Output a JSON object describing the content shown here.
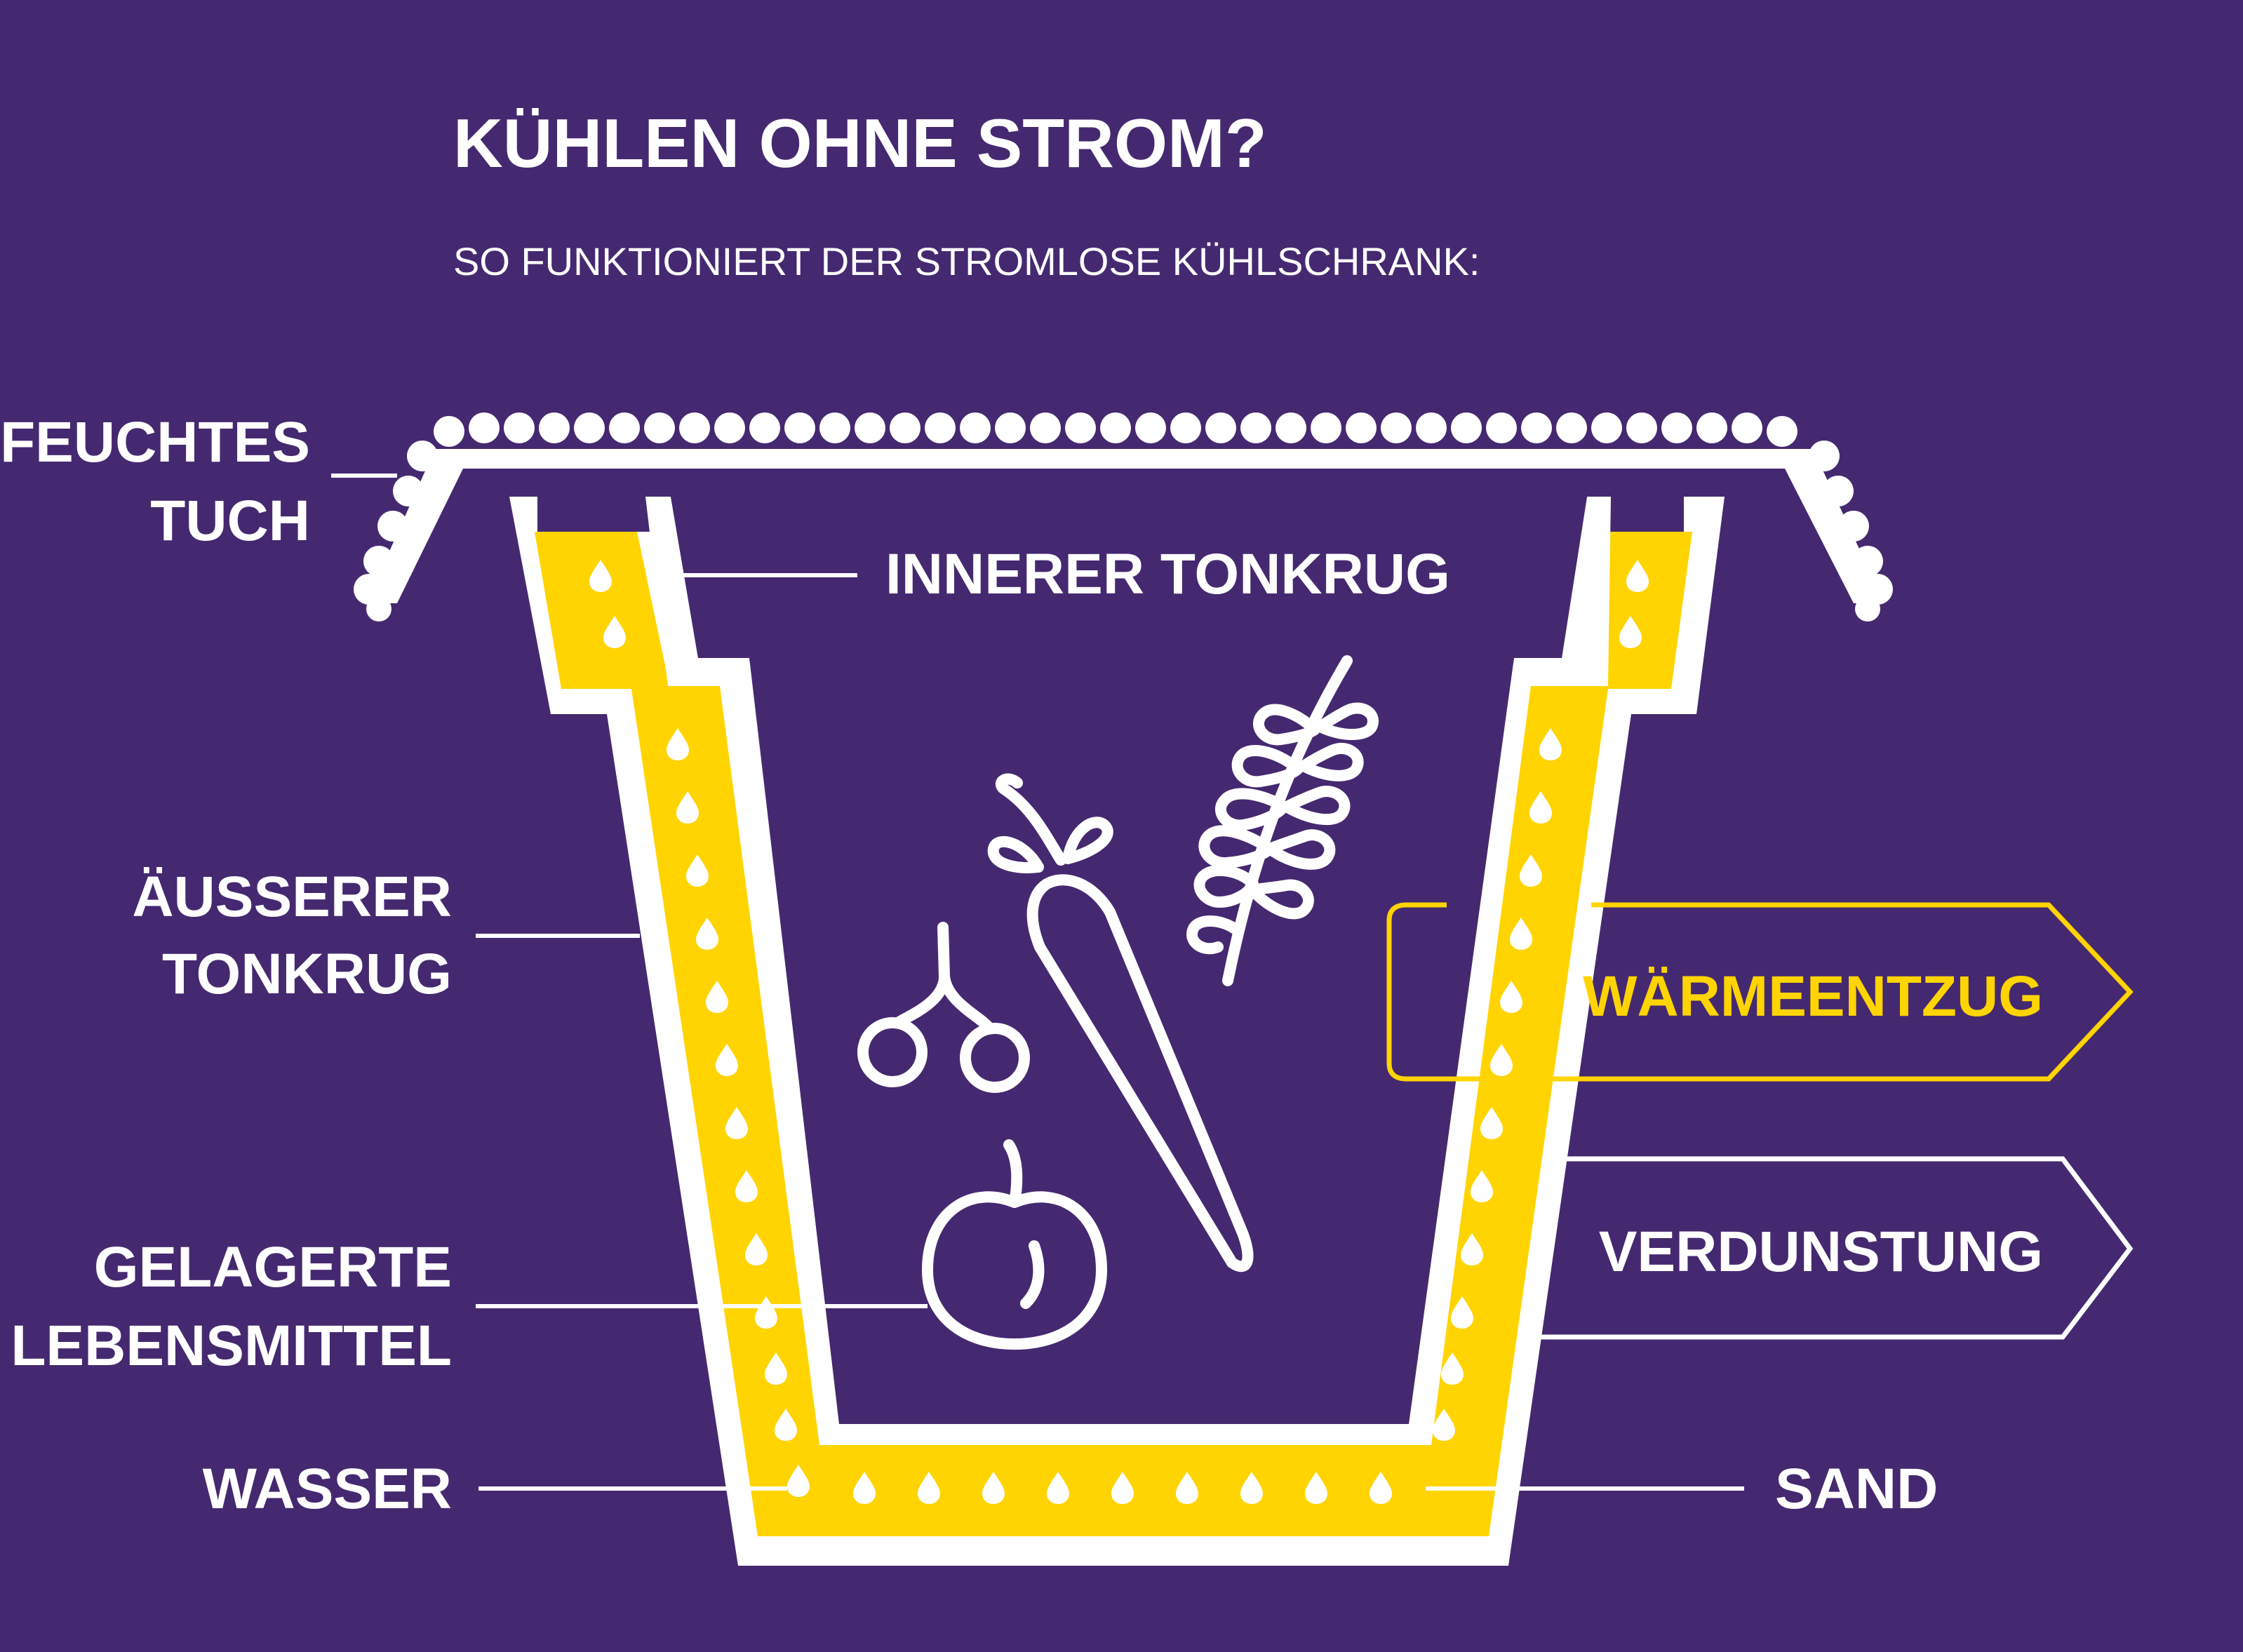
{
  "header": {
    "title": "KÜHLEN OHNE STROM?",
    "subtitle": "SO FUNKTIONIERT DER STROMLOSE KÜHLSCHRANK:"
  },
  "labels": {
    "feuchtes_tuch": [
      "FEUCHTES",
      "TUCH"
    ],
    "innerer_tonkrug": "INNERER TONKRUG",
    "aeusserer_tonkrug": [
      "ÄUSSERER",
      "TONKRUG"
    ],
    "gelagerte_lebensmittel": [
      "GELAGERTE",
      "LEBENSMITTEL"
    ],
    "wasser": "WASSER",
    "sand": "SAND",
    "waermeentzug": "WÄRMEENTZUG",
    "verdunstung": "VERDUNSTUNG"
  },
  "colors": {
    "background": "#452970",
    "line": "#FFFFFF",
    "sand": "#FFD400",
    "accent": "#FFD400"
  },
  "icons": [
    "cherries-icon",
    "carrot-icon",
    "wheat-icon",
    "plum-icon",
    "water-drop-icon",
    "cloth-icon"
  ]
}
